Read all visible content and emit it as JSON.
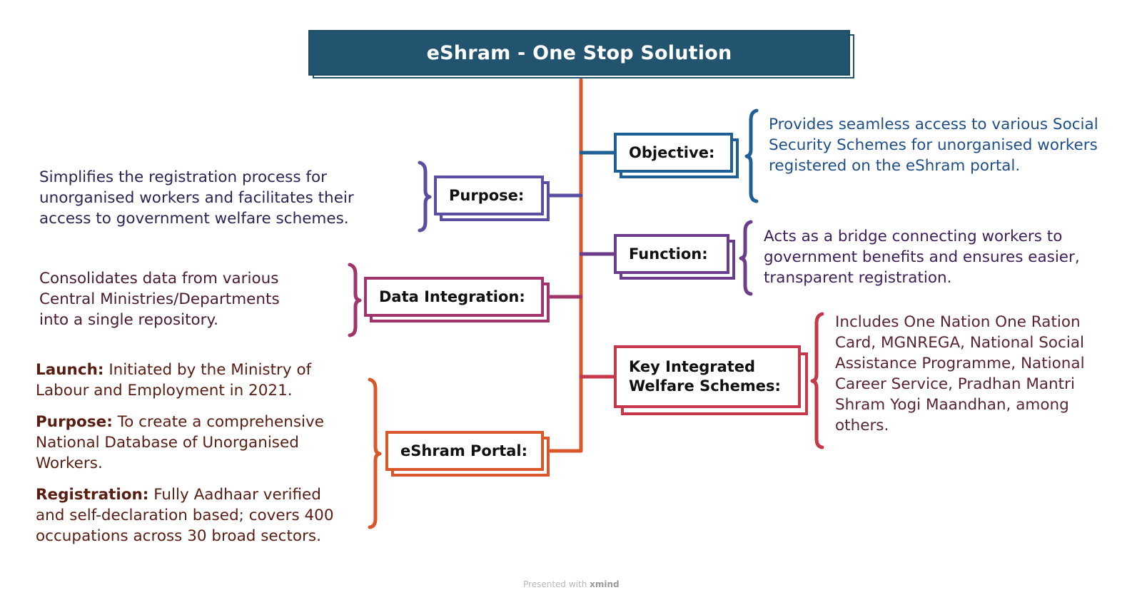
{
  "title": "eShram - One Stop Solution",
  "colors": {
    "title_bg": "#23546f",
    "trunk": "#d9572b",
    "objective": "#1f5f96",
    "function": "#6c3d8c",
    "schemes": "#c7374a",
    "purpose": "#5a4ea3",
    "data_integration": "#a1346c",
    "eshram_portal": "#d9572b",
    "portal_text": "#5a1d12"
  },
  "topics": {
    "objective": {
      "label": "Objective:",
      "text": "Provides seamless access to various Social Security Schemes for unorganised workers registered on the eShram portal."
    },
    "function": {
      "label": "Function:",
      "text": "Acts as a bridge connecting workers to government benefits and ensures easier, transparent registration."
    },
    "schemes": {
      "label_line1": "Key Integrated",
      "label_line2": "Welfare Schemes:",
      "text": "Includes One Nation One Ration Card, MGNREGA, National Social Assistance Programme, National Career Service, Pradhan Mantri Shram Yogi Maandhan, among others."
    },
    "purpose": {
      "label": "Purpose:",
      "text": "Simplifies the registration process for unorganised workers and facilitates their access to government welfare schemes."
    },
    "data_integration": {
      "label": "Data Integration:",
      "text": "Consolidates data from various Central Ministries/Departments into a single repository."
    },
    "eshram_portal": {
      "label": "eShram Portal:",
      "items": [
        {
          "term": "Launch:",
          "text": " Initiated by the Ministry of Labour and Employment in 2021."
        },
        {
          "term": "Purpose:",
          "text": " To create a comprehensive National Database of Unorganised Workers."
        },
        {
          "term": "Registration:",
          "text": " Fully Aadhaar verified and self-declaration based; covers 400 occupations across 30 broad sectors."
        }
      ]
    }
  },
  "footer": {
    "prefix": "Presented with",
    "brand": "xmind"
  }
}
